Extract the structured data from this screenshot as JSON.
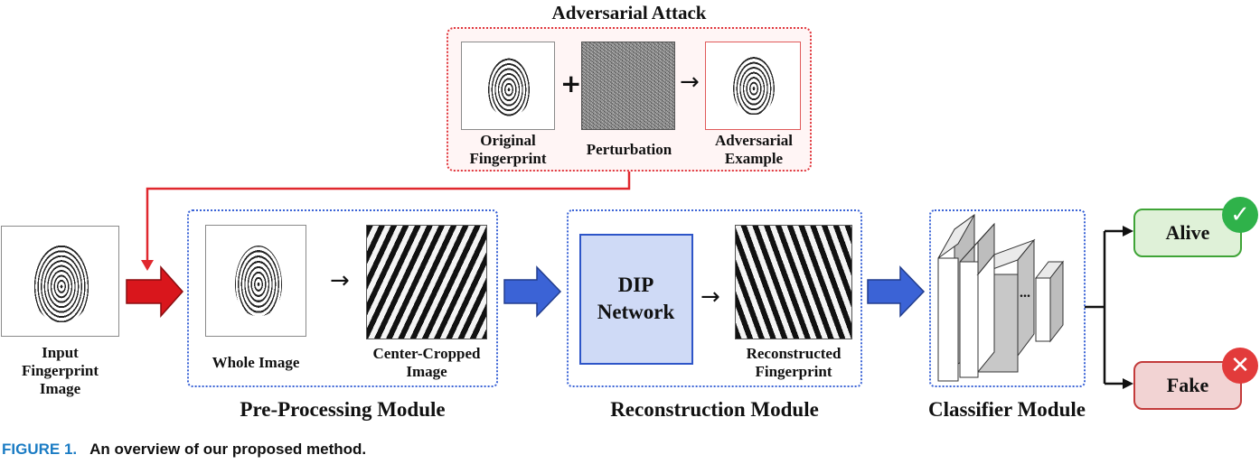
{
  "attack": {
    "title": "Adversarial Attack",
    "original_label": "Original\nFingerprint",
    "perturbation_label": "Perturbation",
    "adversarial_label": "Adversarial\nExample",
    "plus": "+",
    "arrow": "→"
  },
  "input": {
    "label": "Input\nFingerprint\nImage"
  },
  "preprocessing": {
    "title": "Pre-Processing Module",
    "whole_label": "Whole Image",
    "crop_label": "Center-Cropped\nImage",
    "arrow": "→"
  },
  "reconstruction": {
    "title": "Reconstruction Module",
    "dip_label": "DIP\nNetwork",
    "recon_label": "Reconstructed\nFingerprint",
    "arrow": "→"
  },
  "classifier": {
    "title": "Classifier Module",
    "ellipsis": "..."
  },
  "outputs": {
    "alive": "Alive",
    "fake": "Fake",
    "check": "✓",
    "cross": "✕",
    "alive_color": "#dff1d8",
    "fake_color": "#f2d3d3"
  },
  "caption": {
    "figure": "FIGURE 1.",
    "text": "An overview of our proposed method."
  }
}
